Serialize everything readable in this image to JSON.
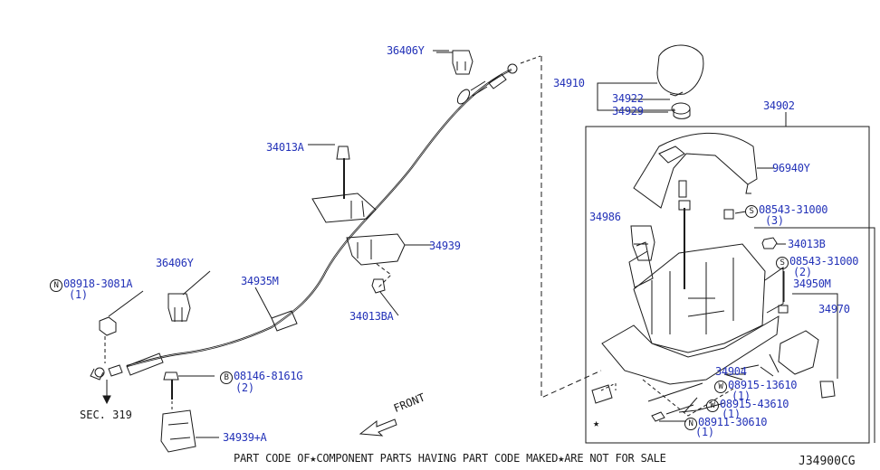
{
  "labels": {
    "p36406y_top": "36406Y",
    "p34013a": "34013A",
    "p36406y_left": "36406Y",
    "p34935m": "34935M",
    "p08918_num": "08918-3081A",
    "p08918_qty": "(1)",
    "p34939": "34939",
    "p34013ba": "34013BA",
    "p08146_num": "08146-8161G",
    "p08146_qty": "(2)",
    "p34939a": "34939+A",
    "p34910": "34910",
    "p34922": "34922",
    "p34929": "34929",
    "p34902": "34902",
    "p96940y": "96940Y",
    "p34986": "34986",
    "p08543a_num": "08543-31000",
    "p08543a_qty": "(3)",
    "p34013b": "34013B",
    "p08543b_num": "08543-31000",
    "p08543b_qty": "(2)",
    "p34950m": "34950M",
    "p34970": "34970",
    "p34904": "34904",
    "p08915a_num": "08915-13610",
    "p08915a_qty": "(1)",
    "p08915b_num": "08915-43610",
    "p08915b_qty": "(1)",
    "p08911_num": "08911-30610",
    "p08911_qty": "(1)"
  },
  "badges": {
    "n": "N",
    "b": "B",
    "s": "S",
    "w": "W"
  },
  "sec_ref": "SEC. 319",
  "front_label": "FRONT",
  "star": "★",
  "footer": "PART CODE OF★COMPONENT PARTS HAVING PART CODE MAKED★ARE NOT FOR SALE",
  "diagram_code": "J34900CG",
  "colors": {
    "label": "#2332b8",
    "line": "#1a1a1a"
  }
}
